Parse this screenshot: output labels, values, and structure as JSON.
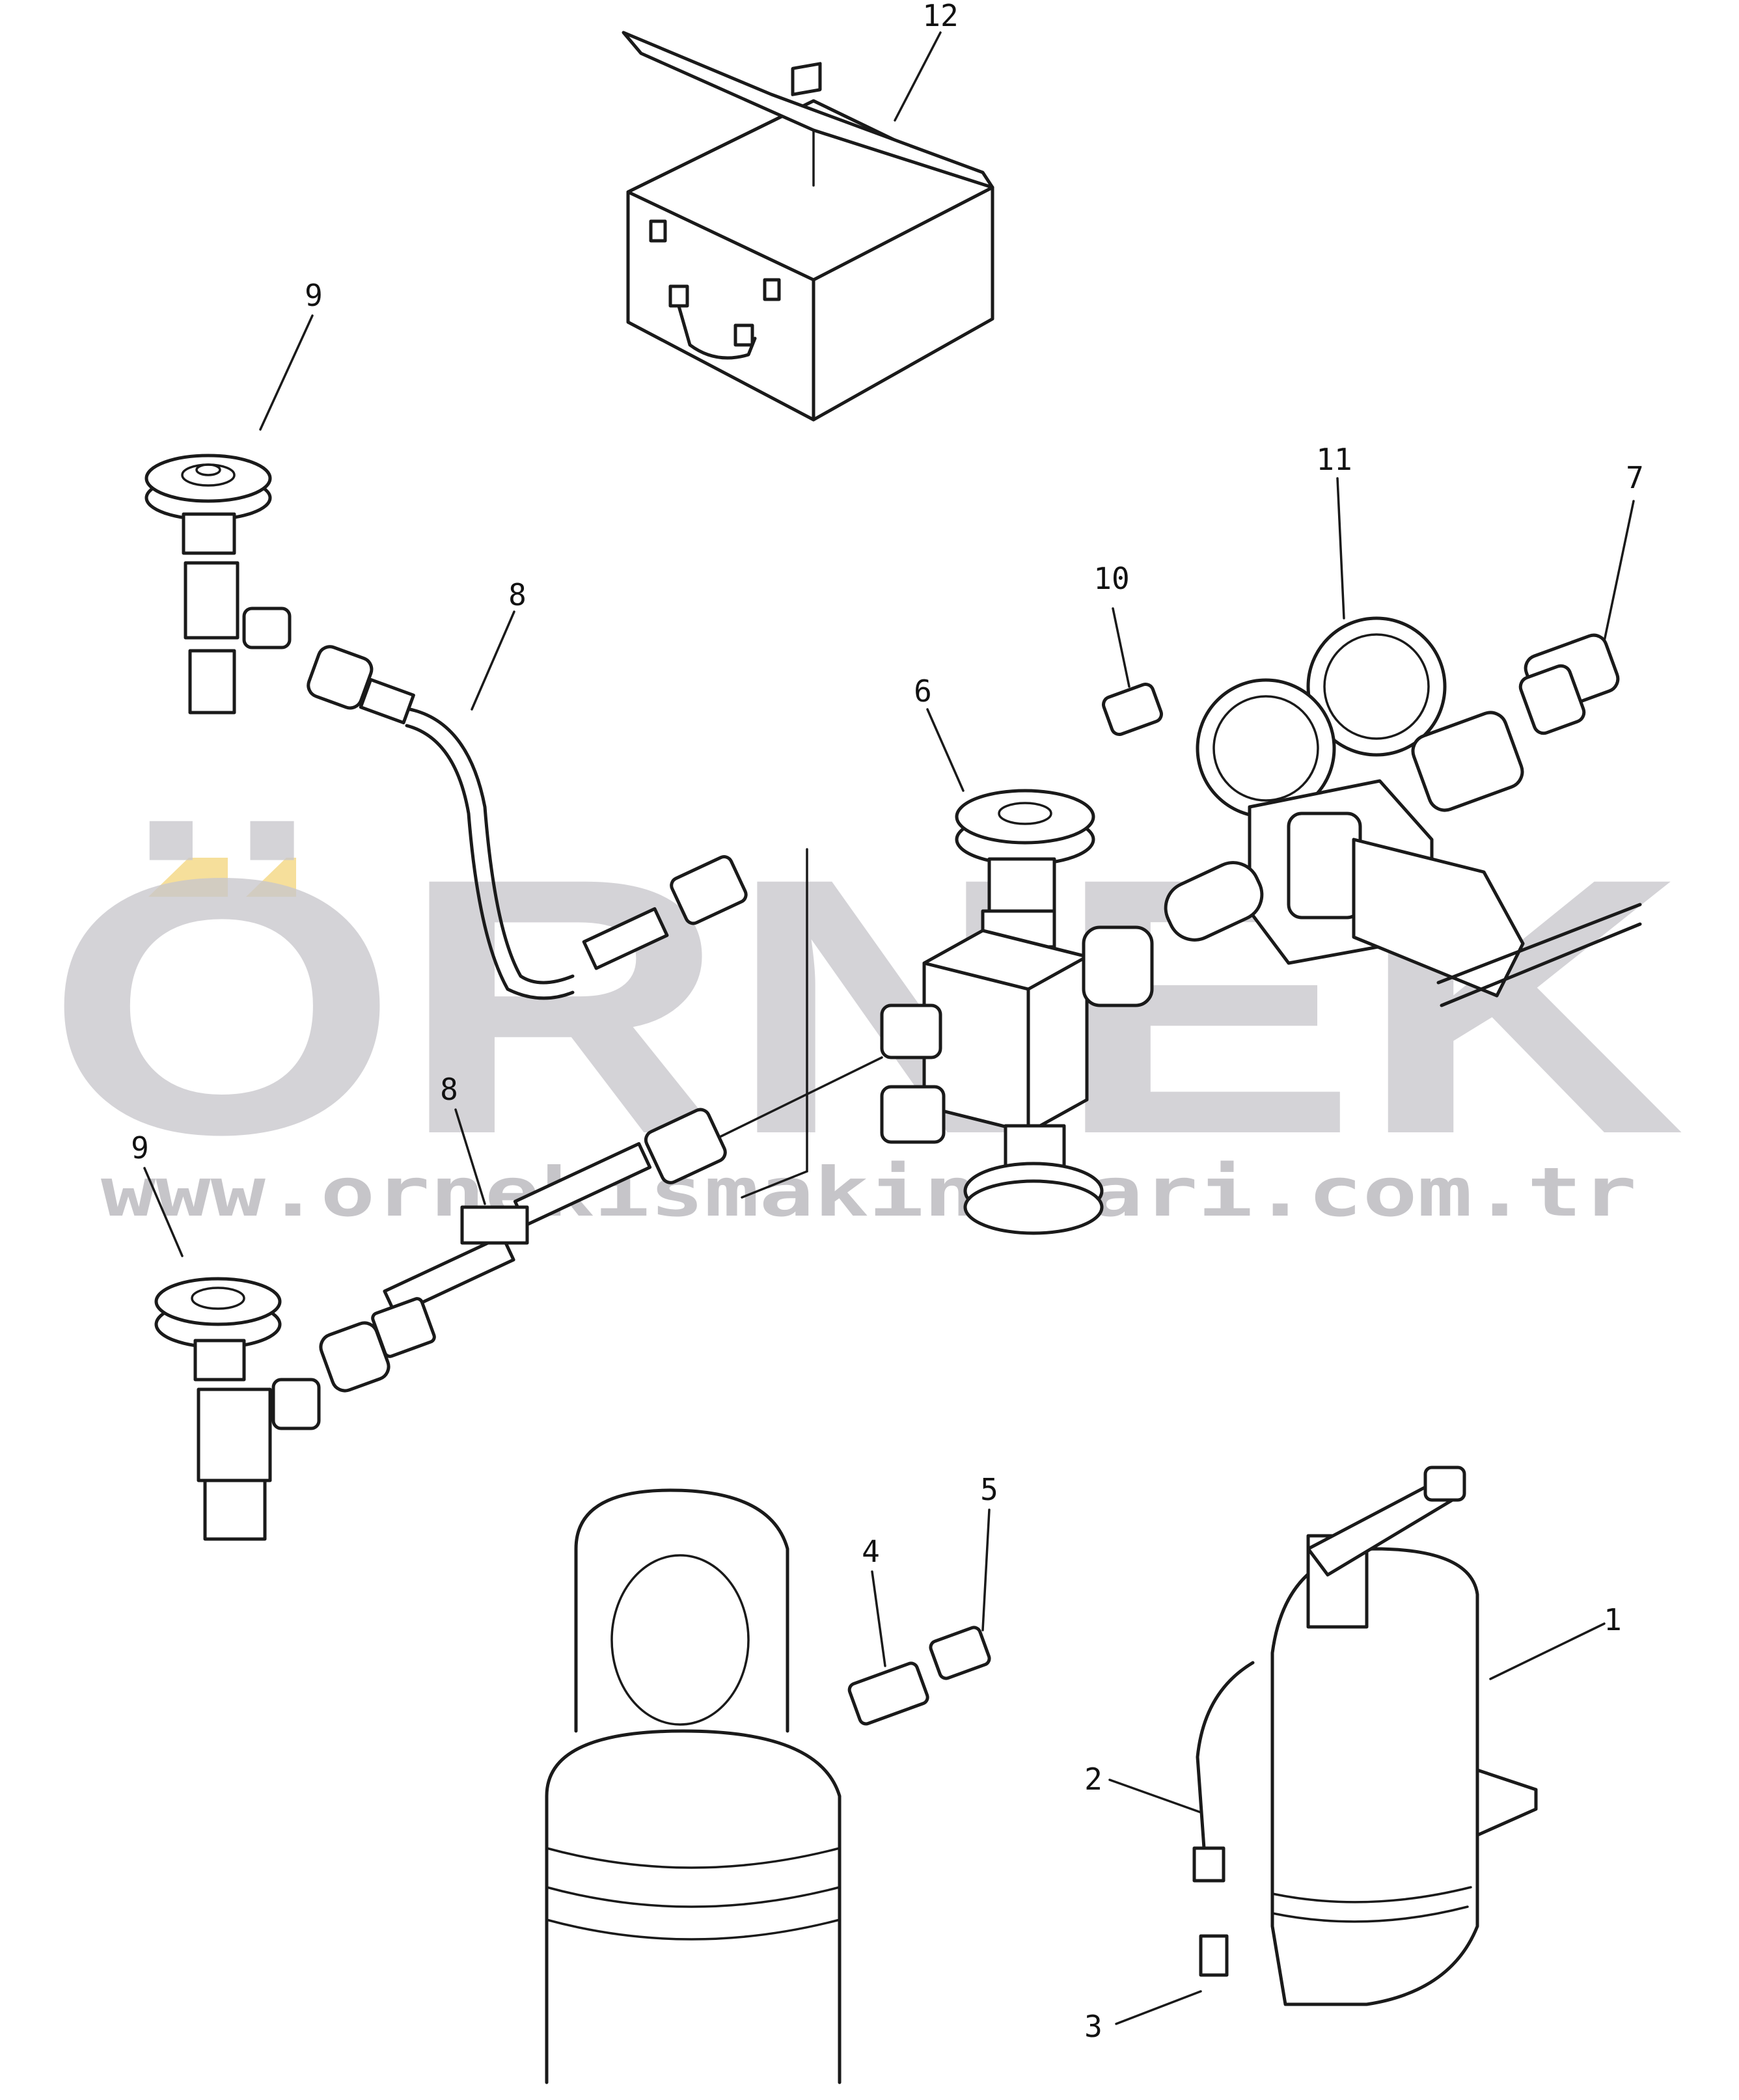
{
  "callouts": {
    "p1": "1",
    "p2": "2",
    "p3": "3",
    "p4": "4",
    "p5": "5",
    "p6": "6",
    "p7": "7",
    "p8a": "8",
    "p8b": "8",
    "p9a": "9",
    "p9b": "9",
    "p10": "10",
    "p11": "11",
    "p12": "12"
  },
  "watermark": {
    "brand": "ÖRNEK",
    "url": "www.ornekismakinalari.com.tr",
    "color": "#c9c7cc",
    "accent": "#f5d98a"
  }
}
